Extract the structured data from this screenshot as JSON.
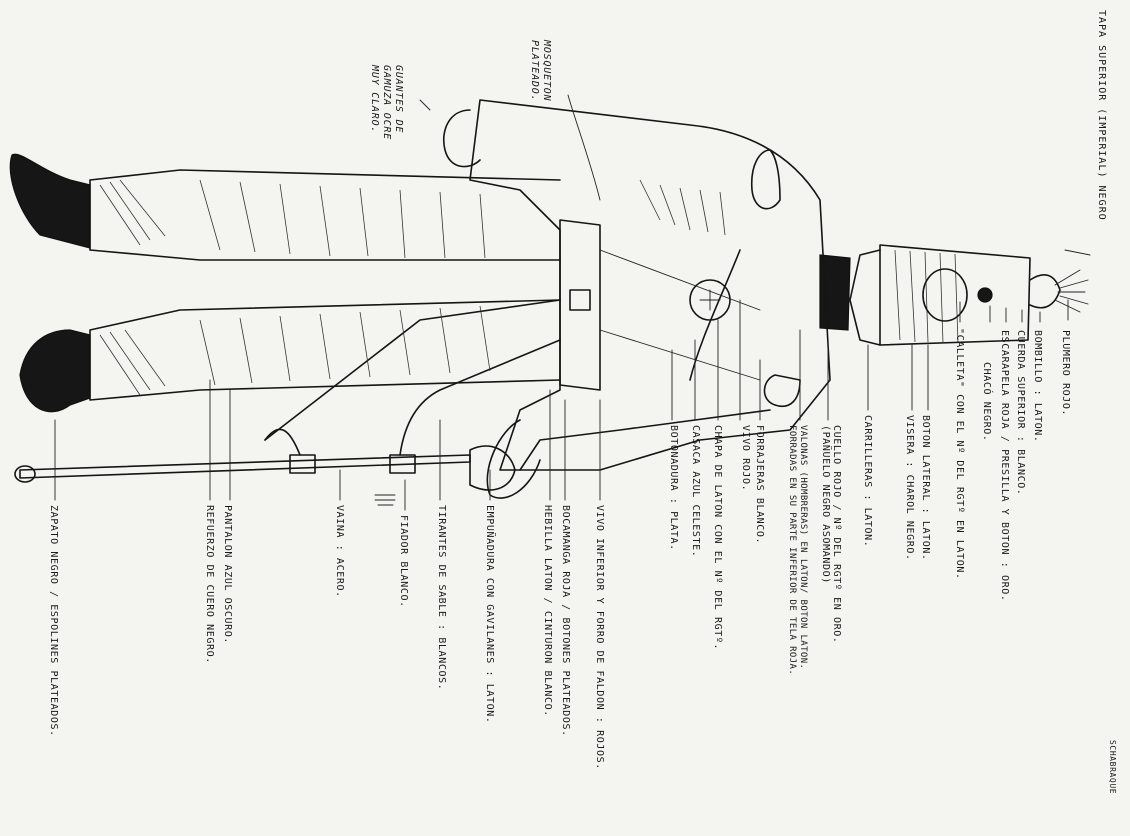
{
  "top_label": "TAPA SUPERIOR (IMPERIAL) NEGRO",
  "labels": [
    "PLUMERO ROJO.",
    "BOMBILLO : LATON.",
    "CUERDA SUPERIOR : BLANCO.",
    "ESCARAPELA ROJA / PRESILLA Y BOTON : ORO.",
    "CHACÓ NEGRO.",
    "\"CALLETA\" CON EL Nº DEL RGTº EN LATON.",
    "BOTON LATERAL : LATON.",
    "VISERA : CHAROL NEGRO.",
    "CARRILLERAS : LATON.",
    "CUELLO ROJO / Nº DEL RGTº EN ORO.\n(PAÑUELO NEGRO ASOMANDO)",
    "VALONAS (HOMBRERAS) EN LATON/ BOTON LATON.\nFORRADAS EN SU PARTE INFERIOR DE TELA ROJA.",
    "FORRAJERAS BLANCO.",
    "VIVO ROJO.",
    "CHAPA DE LATON CON EL Nº DEL RGTº.",
    "CASACA AZUL CELESTE.",
    "BOTONADURA : PLATA.",
    "VIVO INFERIOR Y FORRO DE FALDON : ROJOS.",
    "BOCAMANGA ROJA / BOTONES PLATEADOS.",
    "HEBILLA LATON / CINTURON BLANCO.",
    "EMPUÑADURA CON GAVILANES : LATON.",
    "TIRANTES DE SABLE : BLANCOS.",
    "FIADOR BLANCO.",
    "VAINA : ACERO.",
    "PANTALON AZUL OSCURO.",
    "REFUERZO DE CUERO NEGRO.",
    "ZAPATO NEGRO / ESPOLINES PLATEADOS."
  ],
  "notes": {
    "musket": "MOSQUETON\nPLATEADO.",
    "gloves": "GUANTES DE\nGAMUZA OCRE\nMUY CLARO."
  },
  "signature": "SCHABRAQUE"
}
